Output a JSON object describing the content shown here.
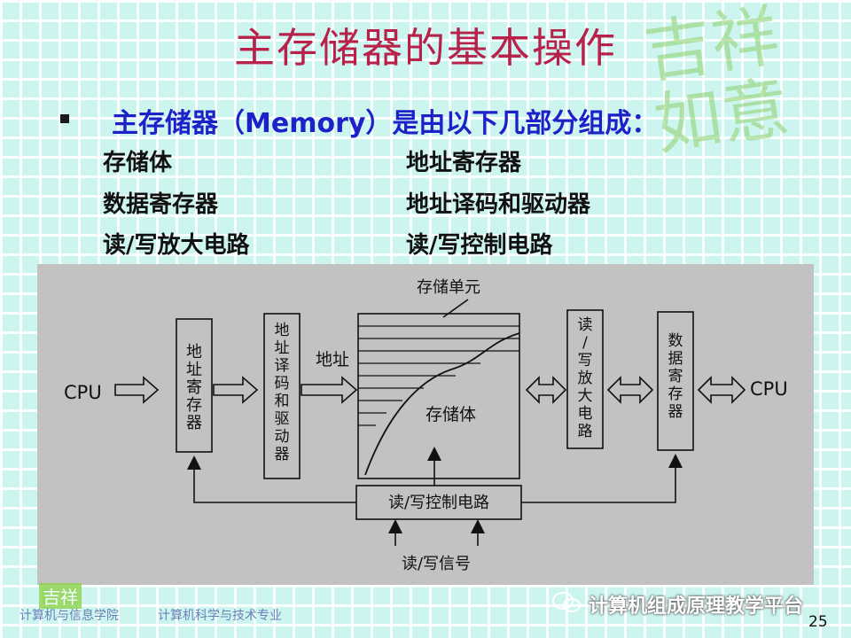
{
  "slide": {
    "title": "主存储器的基本操作",
    "deco_text": "吉祥如意",
    "subtitle": "主存储器（Memory）是由以下几部分组成：",
    "items_left": [
      "存储体",
      "数据寄存器",
      "读/写放大电路"
    ],
    "items_right": [
      "地址寄存器",
      "地址译码和驱动器",
      "读/写控制电路"
    ],
    "page_number": "25"
  },
  "diagram": {
    "cpu_left": "CPU",
    "cpu_right": "CPU",
    "addr_register": [
      "地",
      "址",
      "寄",
      "存",
      "器"
    ],
    "addr_decoder": [
      "地",
      "址",
      "译",
      "码",
      "和",
      "驱",
      "动",
      "器"
    ],
    "addr_label": "地址",
    "cell_label": "存储单元",
    "memory_body": "存储体",
    "rw_amp": [
      "读",
      "/",
      "写",
      "放",
      "大",
      "电",
      "路"
    ],
    "data_register": [
      "数",
      "据",
      "寄",
      "存",
      "器"
    ],
    "rw_control": "读/写控制电路",
    "rw_signal": "读/写信号"
  },
  "footer": {
    "logo_text": "吉祥",
    "college": "计算机与信息学院",
    "major": "计算机科学与技术专业",
    "wechat": "计算机组成原理教学平台"
  }
}
